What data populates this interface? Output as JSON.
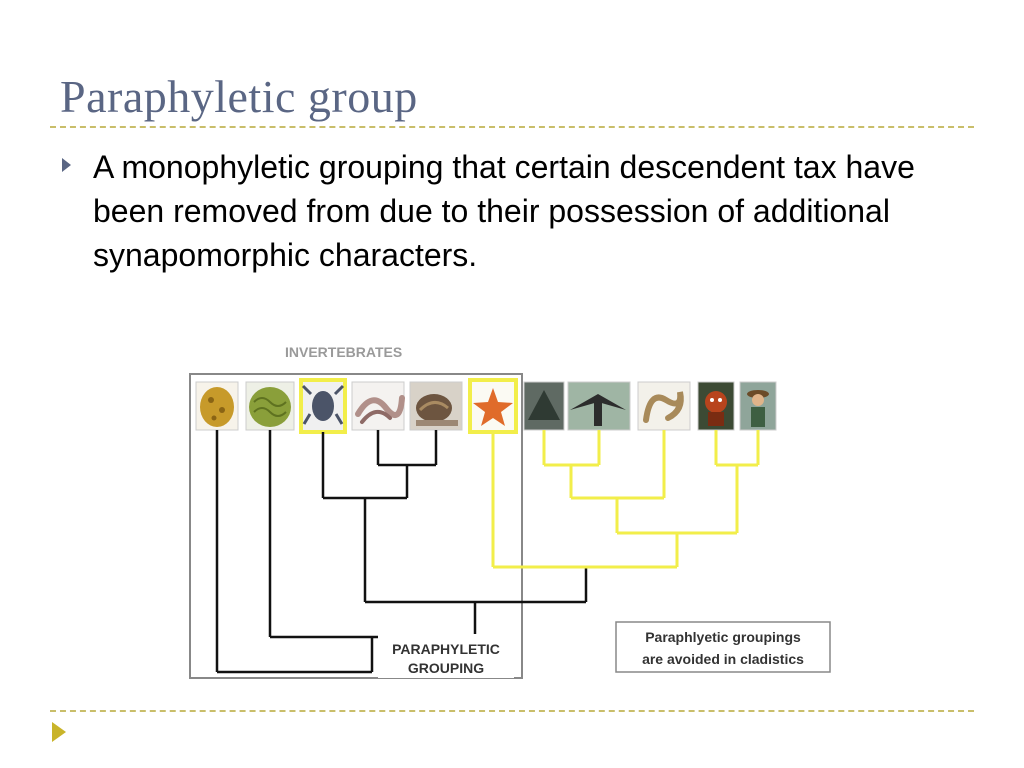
{
  "slide": {
    "title": "Paraphyletic group",
    "bullet": "A monophyletic grouping that certain descendent tax have been removed from due to their possession of additional synapomorphic characters."
  },
  "diagram": {
    "header": "INVERTEBRATES",
    "paraphyletic_label_line1": "PARAPHYLETIC",
    "paraphyletic_label_line2": "GROUPING",
    "note_line1": "Paraphlyetic groupings",
    "note_line2": "are avoided in cladistics",
    "taxa_icons": [
      "sponge-icon",
      "brain-coral-icon",
      "crab-icon",
      "worm-icon",
      "snail-icon",
      "starfish-icon",
      "alligator-icon",
      "bird-icon",
      "snake-icon",
      "red-panda-icon",
      "human-icon"
    ],
    "colors": {
      "highlight": "#f2ee4a",
      "title": "#5a6684",
      "rule": "#c9be6a",
      "line": "#000000"
    }
  }
}
